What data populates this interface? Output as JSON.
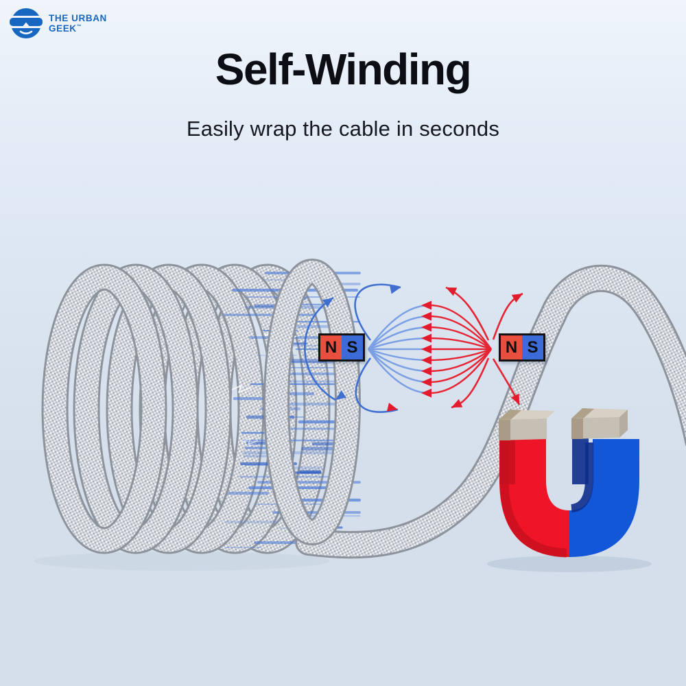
{
  "logo": {
    "line1": "THE URBAN",
    "line2": "GEEK",
    "trademark": "™"
  },
  "headline": "Self-Winding",
  "subheadline": "Easily wrap the cable in seconds",
  "magnet_labels": {
    "left": {
      "north": "N",
      "south": "S"
    },
    "right": {
      "north": "N",
      "south": "S"
    }
  },
  "colors": {
    "brand_blue": "#1767c0",
    "headline_text": "#0d0e14",
    "subheadline_text": "#16181f",
    "background_top": "#f0f5fb",
    "background_bottom": "#d4dfeb",
    "field_line_blue": "#7b9fe4",
    "field_line_red": "#e62433",
    "arc_blue": "#3f6fd0",
    "arrow_red": "#e41b2c",
    "pole_red": "#e84f3e",
    "pole_blue": "#3b6bd6",
    "magnet_red": "#ee1527",
    "magnet_red_dark": "#c70f20",
    "magnet_blue": "#1257d8",
    "magnet_blue_dark": "#0c2e8c",
    "magnet_tip_light": "#d6d0c5",
    "magnet_tip_front": "#c6bfb3",
    "magnet_tip_dark": "#b0a28a",
    "streak_blue": "#4a79d8",
    "cable_gray": "#c6cad1"
  }
}
